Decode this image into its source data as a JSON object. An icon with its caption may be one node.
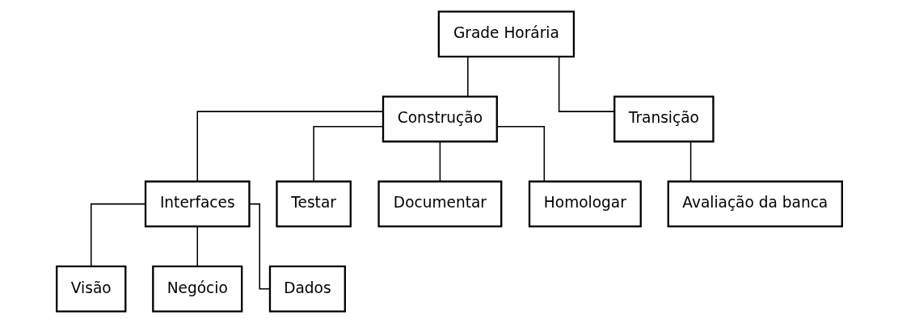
{
  "diagram": {
    "nodes": [
      {
        "text": [
          "Grade Horária"
        ]
      },
      {
        "text": [
          "Construção"
        ]
      },
      {
        "text": [
          "Transição"
        ]
      },
      {
        "text": [
          "Interfaces"
        ]
      },
      {
        "text": [
          "Testar"
        ]
      },
      {
        "text": [
          "Documentar"
        ]
      },
      {
        "text": [
          "Homologar"
        ]
      },
      {
        "text": [
          "Avaliação da banca"
        ]
      },
      {
        "text": [
          "Visão"
        ]
      },
      {
        "text": [
          "Negócio"
        ]
      },
      {
        "text": [
          "Dados"
        ]
      }
    ],
    "edges": [
      {
        "from": 0,
        "to": 1,
        "arrow": "none"
      },
      {
        "from": 0,
        "to": 2,
        "arrow": "none"
      },
      {
        "from": 1,
        "to": 3,
        "arrow": "none"
      },
      {
        "from": 1,
        "to": 4,
        "arrow": "none"
      },
      {
        "from": 1,
        "to": 5,
        "arrow": "none"
      },
      {
        "from": 1,
        "to": 6,
        "arrow": "none"
      },
      {
        "from": 2,
        "to": 7,
        "arrow": "none"
      },
      {
        "from": 3,
        "to": 8,
        "arrow": "none"
      },
      {
        "from": 3,
        "to": 9,
        "arrow": "none"
      },
      {
        "from": 3,
        "to": 10,
        "arrow": "none"
      }
    ]
  }
}
